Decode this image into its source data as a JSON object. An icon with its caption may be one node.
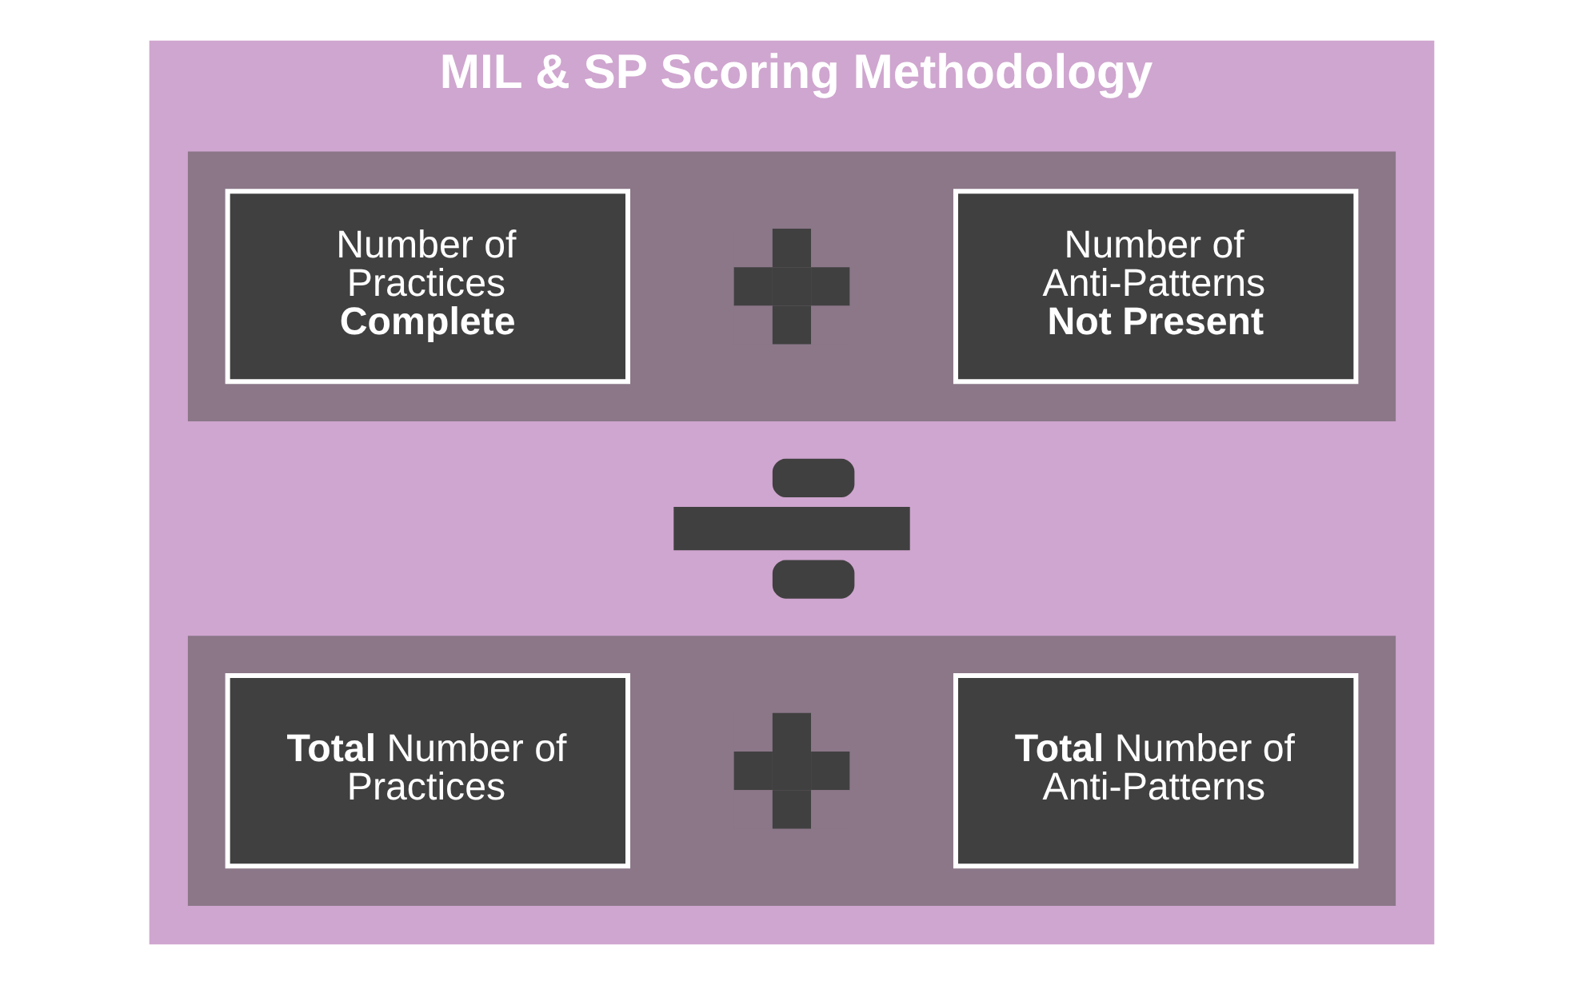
{
  "diagram": {
    "nodes": [
      {
        "text": [
          "MIL & SP Scoring Methodology"
        ]
      },
      {
        "text": [],
        "shape": "box",
        "in": 0
      },
      {
        "text": [
          "Number of Practices **Complete**"
        ],
        "in": 1
      },
      {
        "text": [],
        "shape": "plus",
        "in": 1
      },
      {
        "text": [
          "Number of Anti-Patterns **Not Present**"
        ],
        "in": 1
      },
      {
        "text": [],
        "shape": "divide",
        "in": 0
      },
      {
        "text": [],
        "shape": "box",
        "in": 0
      },
      {
        "text": [
          "**Total** Number of Practices"
        ],
        "in": 6
      },
      {
        "text": [],
        "shape": "plus",
        "in": 6
      },
      {
        "text": [
          "**Total** Number of Anti-Patterns"
        ],
        "in": 6
      }
    ],
    "edges": []
  }
}
